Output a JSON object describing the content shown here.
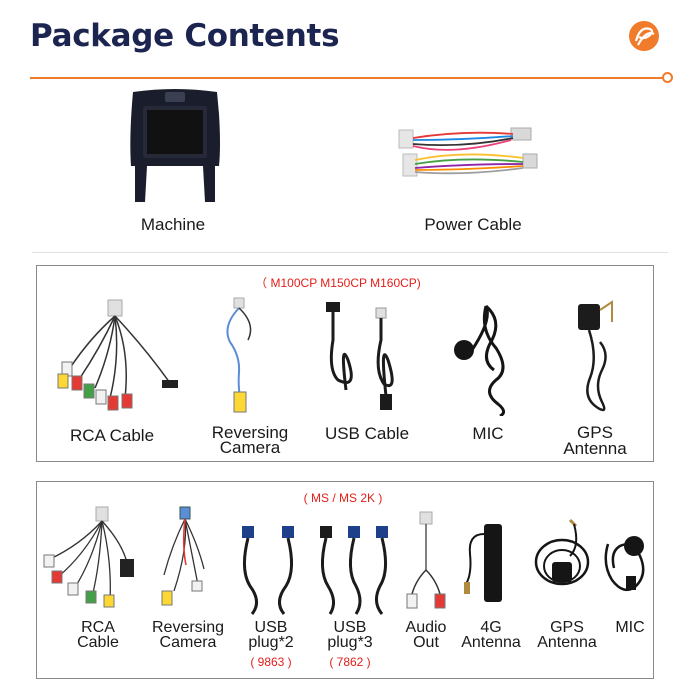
{
  "header": {
    "title": "Package Contents",
    "logo_icon": "orange-coil-logo-icon",
    "accent_color": "#f07b2b",
    "title_color": "#1c2450"
  },
  "top_items": [
    {
      "label": "Machine",
      "icon": "car-stereo-head-unit-image"
    },
    {
      "label": "Power Cable",
      "icon": "wiring-harness-image"
    }
  ],
  "section1": {
    "models": "（ M100CP M150CP M160CP)",
    "items": [
      {
        "label": "RCA Cable",
        "icon": "rca-cable-image"
      },
      {
        "label_line1": "Reversing",
        "label_line2": "Camera",
        "icon": "reversing-camera-cable-image"
      },
      {
        "label": "USB Cable",
        "icon": "usb-cable-image"
      },
      {
        "label": "MIC",
        "icon": "microphone-image"
      },
      {
        "label_line1": "GPS",
        "label_line2": "Antenna",
        "icon": "gps-antenna-image"
      }
    ]
  },
  "section2": {
    "models": "( MS / MS 2K )",
    "items": [
      {
        "label_line1": "RCA",
        "label_line2": "Cable",
        "icon": "rca-cable-image"
      },
      {
        "label_line1": "Reversing",
        "label_line2": "Camera",
        "icon": "reversing-camera-cable-image"
      },
      {
        "label_line1": "USB",
        "label_line2": "plug*2",
        "note": "( 9863 )",
        "icon": "usb-plug-pair-image"
      },
      {
        "label_line1": "USB",
        "label_line2": "plug*3",
        "note": "( 7862 )",
        "icon": "usb-plug-triple-image"
      },
      {
        "label_line1": "Audio",
        "label_line2": "Out",
        "icon": "audio-out-cable-image"
      },
      {
        "label_line1": "4G",
        "label_line2": "Antenna",
        "icon": "4g-antenna-image"
      },
      {
        "label_line1": "GPS",
        "label_line2": "Antenna",
        "icon": "gps-antenna-image"
      },
      {
        "label": "MIC",
        "icon": "microphone-image"
      }
    ]
  }
}
